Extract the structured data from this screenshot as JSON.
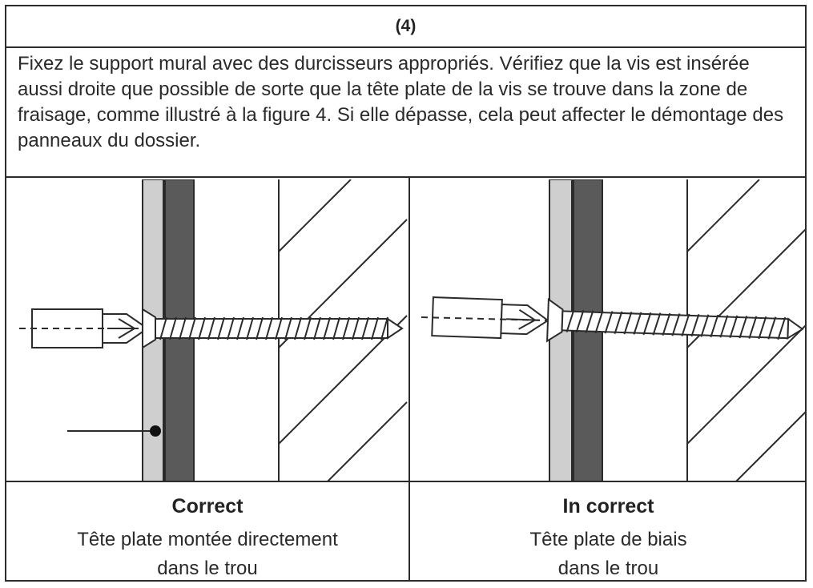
{
  "step_label": "(4)",
  "instruction": "Fixez le support mural avec des durcisseurs appropriés. Vérifiez que la vis est insérée aussi droite que possible de sorte que la tête plate de la vis se trouve dans la zone de fraisage, comme illustré à la figure 4. Si elle dépasse, cela peut affecter le démontage des panneaux du dossier.",
  "panels": [
    {
      "title": "Correct",
      "desc_line1": "Tête plate montée directement",
      "desc_line2": "dans le trou"
    },
    {
      "title": "In correct",
      "desc_line1": "Tête plate de biais",
      "desc_line2": "dans le trou"
    }
  ],
  "colors": {
    "light_panel": "#cfcfcf",
    "dark_panel": "#5a5a5a",
    "line": "#2b2b2b"
  }
}
